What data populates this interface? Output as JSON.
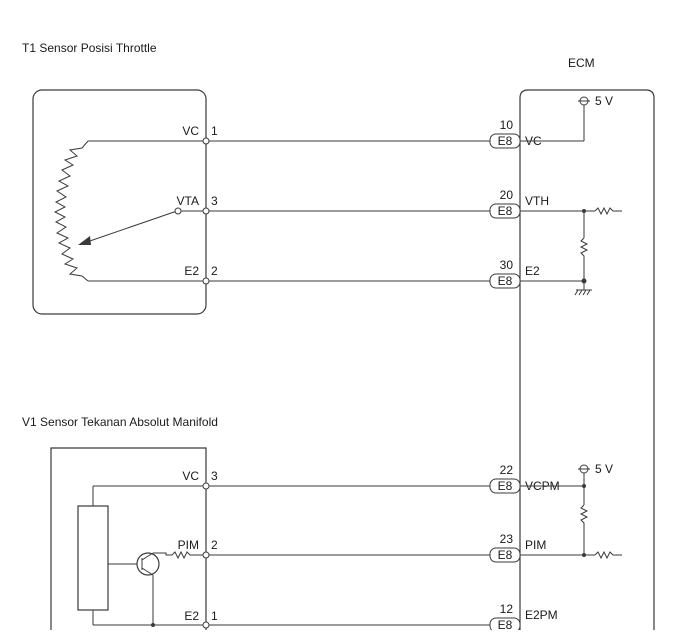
{
  "colors": {
    "line": "#3a3a3a",
    "text": "#1a1a1a",
    "background": "#ffffff"
  },
  "t1": {
    "title": "T1   Sensor Posisi Throttle",
    "pins": [
      {
        "signal": "VC",
        "pin": "1"
      },
      {
        "signal": "VTA",
        "pin": "3"
      },
      {
        "signal": "E2",
        "pin": "2"
      }
    ]
  },
  "v1": {
    "title": "V1   Sensor Tekanan Absolut Manifold",
    "pins": [
      {
        "signal": "VC",
        "pin": "3"
      },
      {
        "signal": "PIM",
        "pin": "2"
      },
      {
        "signal": "E2",
        "pin": "1"
      }
    ]
  },
  "ecm": {
    "title": "ECM",
    "supply": "5 V",
    "connector": "E8",
    "t1_pins": [
      {
        "pin": "10",
        "signal": "VC"
      },
      {
        "pin": "20",
        "signal": "VTH"
      },
      {
        "pin": "30",
        "signal": "E2"
      }
    ],
    "v1_pins": [
      {
        "pin": "22",
        "signal": "VCPM"
      },
      {
        "pin": "23",
        "signal": "PIM"
      },
      {
        "pin": "12",
        "signal": "E2PM"
      }
    ]
  }
}
